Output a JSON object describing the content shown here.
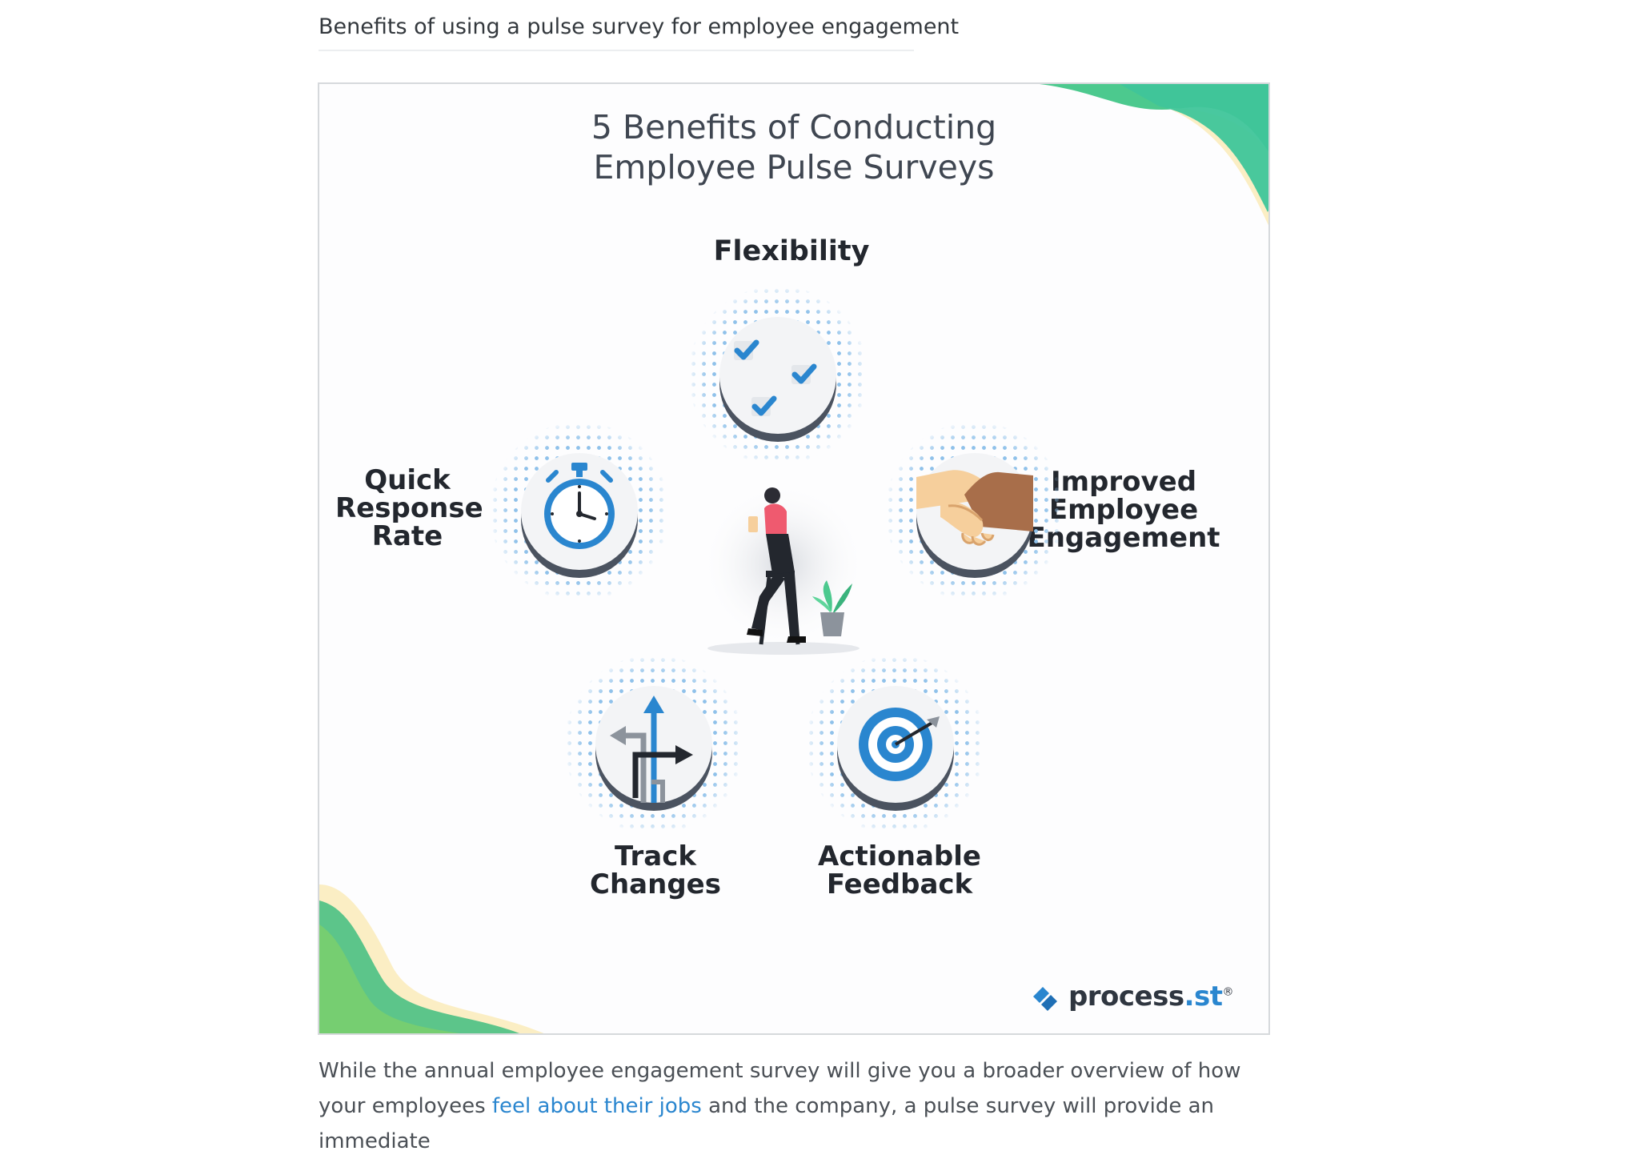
{
  "caption": "Benefits of using a pulse survey for employee engagement",
  "figure": {
    "title_line1": "5 Benefits of Conducting",
    "title_line2": "Employee Pulse Surveys",
    "benefits": {
      "flexibility": [
        "Flexibility"
      ],
      "quick_response": [
        "Quick",
        "Response",
        "Rate"
      ],
      "improved_engagement": [
        "Improved",
        "Employee",
        "Engagement"
      ],
      "track_changes": [
        "Track",
        "Changes"
      ],
      "actionable_feedback": [
        "Actionable",
        "Feedback"
      ]
    },
    "icons": {
      "flexibility": "checklist-icon",
      "quick_response": "stopwatch-icon",
      "improved_engagement": "handshake-icon",
      "track_changes": "arrows-icon",
      "actionable_feedback": "target-icon",
      "center": "person-on-stool-illustration"
    },
    "brand": {
      "name": "process",
      "suffix": ".st",
      "mark": "®"
    },
    "colors": {
      "accent_blue": "#2a86cf",
      "green": "#4cc98e",
      "cream": "#fbeec4",
      "dark": "#23272e"
    }
  },
  "body": {
    "text_before_link": "While the annual employee engagement survey will give you a broader overview of how your employees ",
    "link_text": "feel about their jobs",
    "text_after_link": " and the company, a pulse survey will provide an immediate"
  }
}
